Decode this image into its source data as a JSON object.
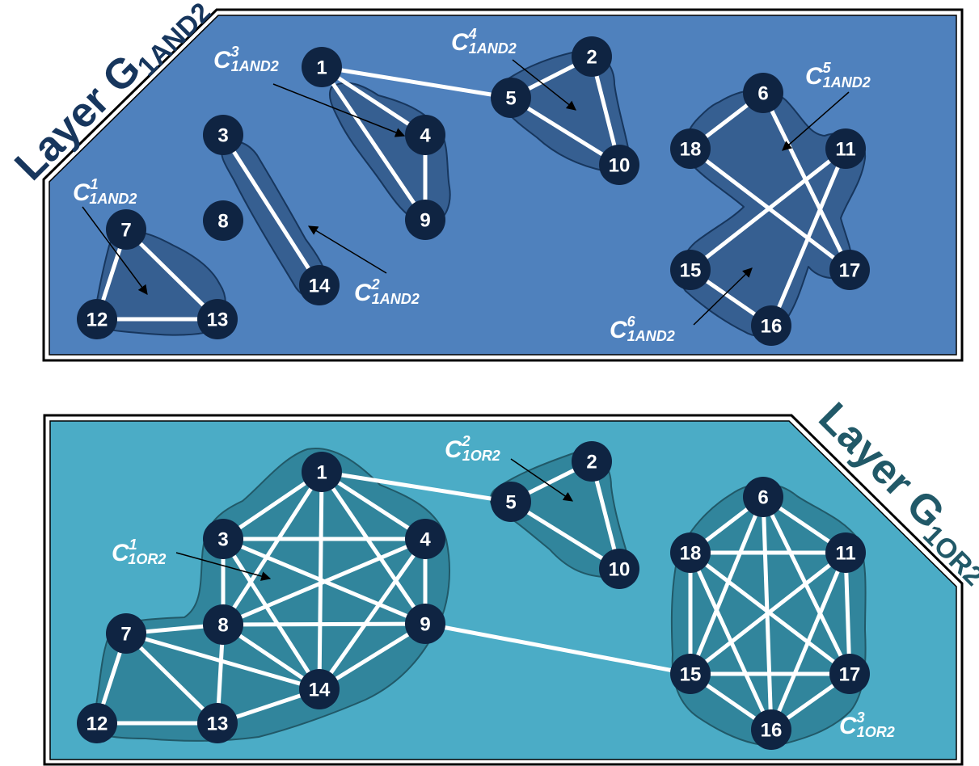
{
  "colors": {
    "top_panel": "#4f81bd",
    "top_cluster": "#365f91",
    "bottom_panel": "#4bacc6",
    "bottom_cluster": "#31859c",
    "node_fill": "#0f2442",
    "edge": "#ffffff",
    "title": "#17365d",
    "title_bottom": "#215968"
  },
  "top": {
    "title_main": "Layer G",
    "title_sub": "1AND2",
    "nodes": [
      {
        "id": "1",
        "label": "1"
      },
      {
        "id": "2",
        "label": "2"
      },
      {
        "id": "3",
        "label": "3"
      },
      {
        "id": "4",
        "label": "4"
      },
      {
        "id": "5",
        "label": "5"
      },
      {
        "id": "6",
        "label": "6"
      },
      {
        "id": "7",
        "label": "7"
      },
      {
        "id": "8",
        "label": "8"
      },
      {
        "id": "9",
        "label": "9"
      },
      {
        "id": "10",
        "label": "10"
      },
      {
        "id": "11",
        "label": "11"
      },
      {
        "id": "12",
        "label": "12"
      },
      {
        "id": "13",
        "label": "13"
      },
      {
        "id": "14",
        "label": "14"
      },
      {
        "id": "15",
        "label": "15"
      },
      {
        "id": "16",
        "label": "16"
      },
      {
        "id": "17",
        "label": "17"
      },
      {
        "id": "18",
        "label": "18"
      }
    ],
    "edges": [
      [
        "1",
        "5"
      ],
      [
        "1",
        "4"
      ],
      [
        "1",
        "9"
      ],
      [
        "4",
        "9"
      ],
      [
        "2",
        "5"
      ],
      [
        "2",
        "10"
      ],
      [
        "5",
        "10"
      ],
      [
        "3",
        "14"
      ],
      [
        "7",
        "12"
      ],
      [
        "7",
        "13"
      ],
      [
        "12",
        "13"
      ],
      [
        "6",
        "18"
      ],
      [
        "6",
        "17"
      ],
      [
        "18",
        "17"
      ],
      [
        "11",
        "15"
      ],
      [
        "11",
        "16"
      ],
      [
        "15",
        "16"
      ]
    ],
    "communities": [
      {
        "id": "c1",
        "base": "C",
        "sup": "1",
        "sub": "1AND2"
      },
      {
        "id": "c2",
        "base": "C",
        "sup": "2",
        "sub": "1AND2"
      },
      {
        "id": "c3",
        "base": "C",
        "sup": "3",
        "sub": "1AND2"
      },
      {
        "id": "c4",
        "base": "C",
        "sup": "4",
        "sub": "1AND2"
      },
      {
        "id": "c5",
        "base": "C",
        "sup": "5",
        "sub": "1AND2"
      },
      {
        "id": "c6",
        "base": "C",
        "sup": "6",
        "sub": "1AND2"
      }
    ]
  },
  "bottom": {
    "title_main": "Layer G",
    "title_sub": "1OR2",
    "nodes": [
      {
        "id": "1",
        "label": "1"
      },
      {
        "id": "2",
        "label": "2"
      },
      {
        "id": "3",
        "label": "3"
      },
      {
        "id": "4",
        "label": "4"
      },
      {
        "id": "5",
        "label": "5"
      },
      {
        "id": "6",
        "label": "6"
      },
      {
        "id": "7",
        "label": "7"
      },
      {
        "id": "8",
        "label": "8"
      },
      {
        "id": "9",
        "label": "9"
      },
      {
        "id": "10",
        "label": "10"
      },
      {
        "id": "11",
        "label": "11"
      },
      {
        "id": "12",
        "label": "12"
      },
      {
        "id": "13",
        "label": "13"
      },
      {
        "id": "14",
        "label": "14"
      },
      {
        "id": "15",
        "label": "15"
      },
      {
        "id": "16",
        "label": "16"
      },
      {
        "id": "17",
        "label": "17"
      },
      {
        "id": "18",
        "label": "18"
      }
    ],
    "edges": [
      [
        "1",
        "5"
      ],
      [
        "1",
        "3"
      ],
      [
        "1",
        "4"
      ],
      [
        "1",
        "8"
      ],
      [
        "1",
        "9"
      ],
      [
        "1",
        "14"
      ],
      [
        "3",
        "4"
      ],
      [
        "3",
        "8"
      ],
      [
        "3",
        "9"
      ],
      [
        "3",
        "14"
      ],
      [
        "4",
        "8"
      ],
      [
        "4",
        "9"
      ],
      [
        "4",
        "14"
      ],
      [
        "8",
        "9"
      ],
      [
        "9",
        "14"
      ],
      [
        "7",
        "8"
      ],
      [
        "7",
        "12"
      ],
      [
        "7",
        "13"
      ],
      [
        "7",
        "14"
      ],
      [
        "8",
        "13"
      ],
      [
        "8",
        "14"
      ],
      [
        "12",
        "13"
      ],
      [
        "13",
        "14"
      ],
      [
        "9",
        "15"
      ],
      [
        "2",
        "5"
      ],
      [
        "2",
        "10"
      ],
      [
        "5",
        "10"
      ],
      [
        "6",
        "18"
      ],
      [
        "6",
        "11"
      ],
      [
        "6",
        "15"
      ],
      [
        "6",
        "17"
      ],
      [
        "6",
        "16"
      ],
      [
        "18",
        "11"
      ],
      [
        "18",
        "15"
      ],
      [
        "18",
        "17"
      ],
      [
        "18",
        "16"
      ],
      [
        "11",
        "15"
      ],
      [
        "11",
        "17"
      ],
      [
        "11",
        "16"
      ],
      [
        "15",
        "17"
      ],
      [
        "15",
        "16"
      ],
      [
        "17",
        "16"
      ]
    ],
    "communities": [
      {
        "id": "c1",
        "base": "C",
        "sup": "1",
        "sub": "1OR2"
      },
      {
        "id": "c2",
        "base": "C",
        "sup": "2",
        "sub": "1OR2"
      },
      {
        "id": "c3",
        "base": "C",
        "sup": "3",
        "sub": "1OR2"
      }
    ]
  }
}
